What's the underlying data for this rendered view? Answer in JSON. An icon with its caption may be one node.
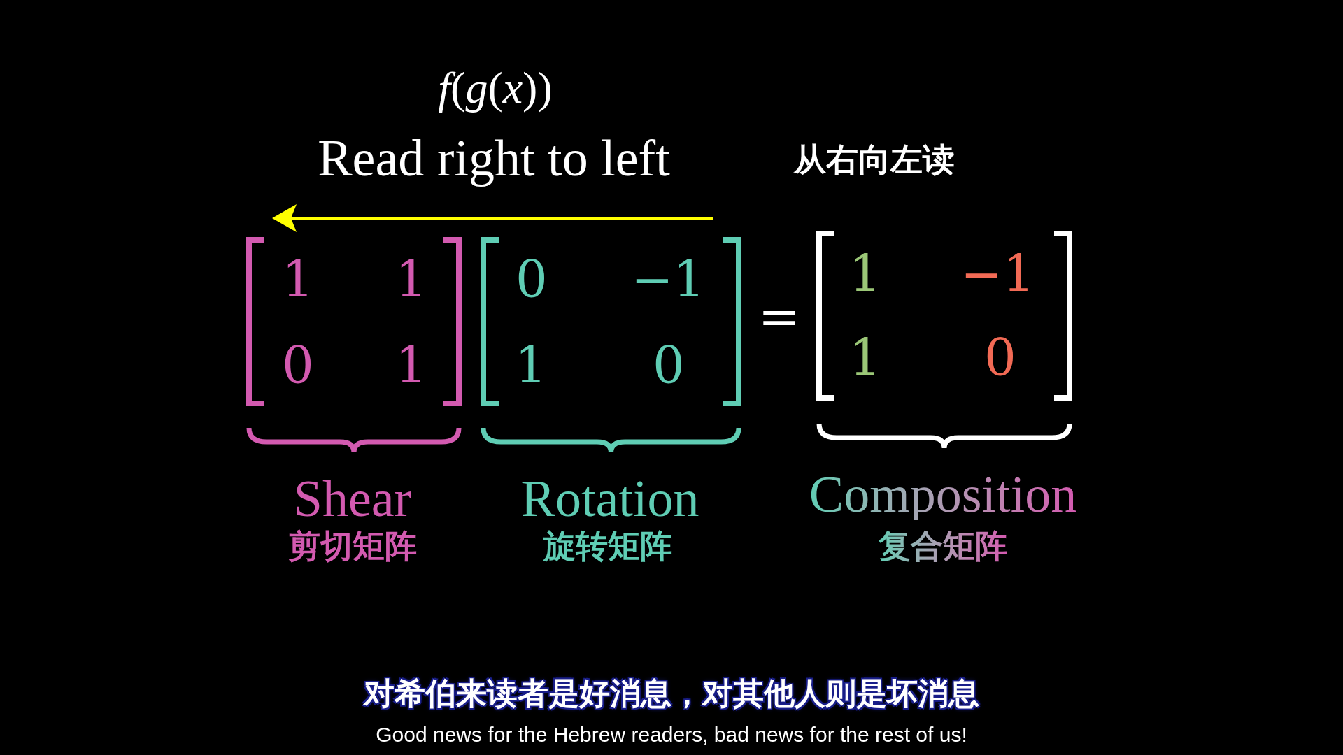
{
  "diagram": {
    "labels": [
      "*f*(*g*(*x*))",
      "Read right to left",
      "从右向左读",
      "1",
      "1",
      "0",
      "1",
      "0",
      "−1",
      "1",
      "0",
      "=",
      "1",
      "−1",
      "1",
      "0",
      "Shear",
      "剪切矩阵",
      "Rotation",
      "旋转矩阵",
      "Composition",
      "复合矩阵",
      "对希伯来读者是好消息，对其他人则是坏消息",
      "Good news for the Hebrew readers, bad news for the rest of us!"
    ]
  }
}
